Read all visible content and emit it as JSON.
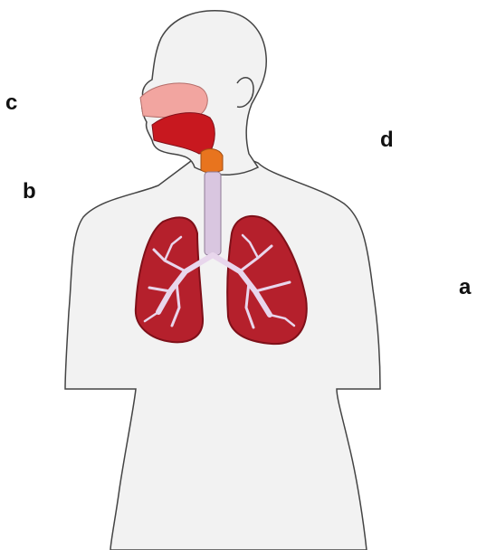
{
  "labels": {
    "a": "a",
    "b": "b",
    "c": "c",
    "d": "d"
  },
  "colors": {
    "body_fill": "#f2f2f2",
    "body_outline": "#444444",
    "lung": "#b5202c",
    "lung_dark": "#7f1019",
    "bronchi": "#e8d6ec",
    "trachea": "#d9c6e0",
    "larynx": "#e8741e",
    "nasal_cavity": "#f2a5a0",
    "mouth": "#c8181f"
  },
  "icons": [
    "human-torso-illustration",
    "lungs-illustration",
    "trachea-illustration",
    "nasal-cavity-illustration"
  ]
}
